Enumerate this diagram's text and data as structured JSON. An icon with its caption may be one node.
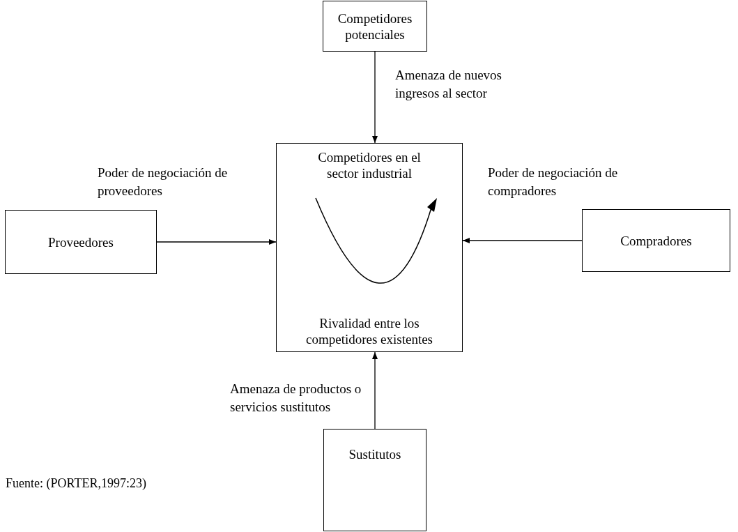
{
  "diagram": {
    "nodes": [
      {
        "text": [
          "Competidores potenciales"
        ]
      },
      {
        "text": [
          "Proveedores"
        ]
      },
      {
        "text": [
          "Competidores en el sector industrial",
          "Rivalidad entre los competidores existentes"
        ]
      },
      {
        "text": [
          "Compradores"
        ]
      },
      {
        "text": [
          "Sustitutos"
        ]
      }
    ],
    "edges": [
      {
        "from": 0,
        "to": 2,
        "arrow": "to",
        "label": "Amenaza de nuevos ingresos al sector"
      },
      {
        "from": 1,
        "to": 2,
        "arrow": "to",
        "label": "Poder de negociación de proveedores"
      },
      {
        "from": 3,
        "to": 2,
        "arrow": "to",
        "label": "Poder de negociación de compradores"
      },
      {
        "from": 4,
        "to": 2,
        "arrow": "to",
        "label": "Amenaza de productos o servicios sustitutos"
      }
    ],
    "labels": [
      "Fuente: (PORTER,1997:23)"
    ]
  }
}
